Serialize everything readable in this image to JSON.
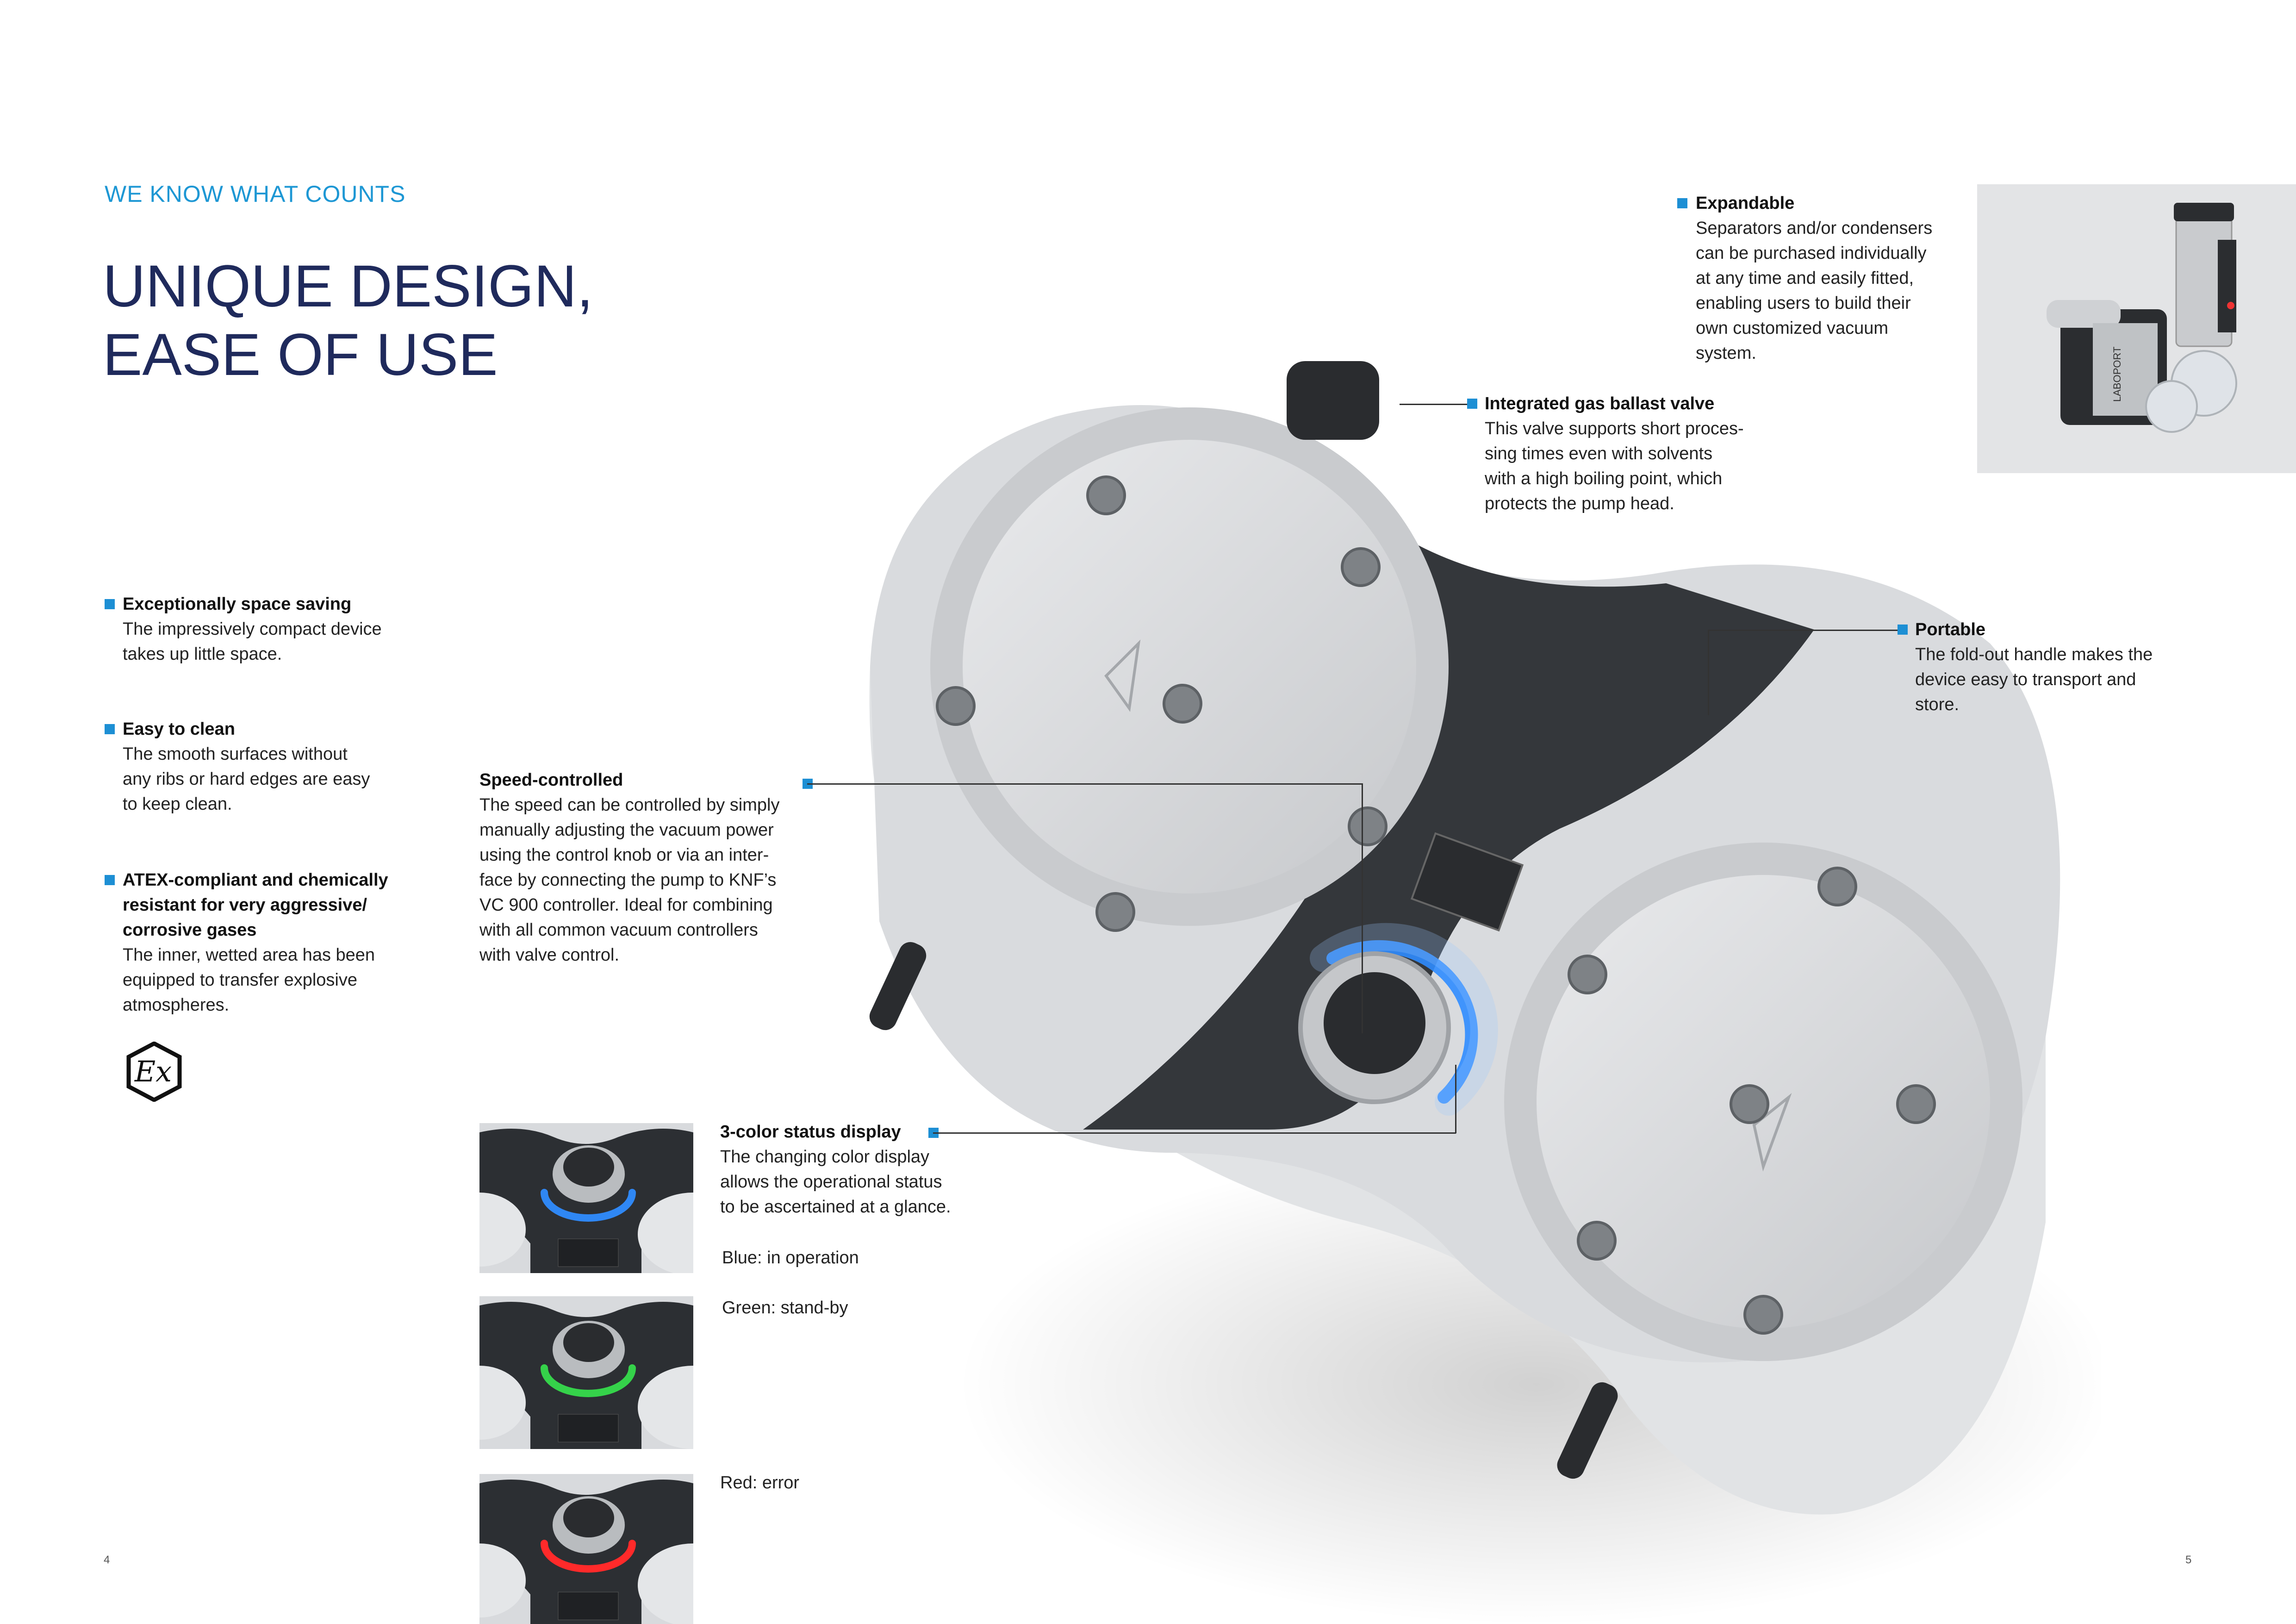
{
  "kicker": "WE KNOW WHAT COUNTS",
  "headline": [
    "UNIQUE DESIGN,",
    "EASE OF USE"
  ],
  "left_features": [
    {
      "title": "Exceptionally space saving",
      "body": "The impressively compact device\ntakes up little space."
    },
    {
      "title": "Easy to clean",
      "body": "The smooth surfaces without\nany ribs or hard edges are easy\nto keep clean."
    },
    {
      "title": "ATEX-compliant and chemically\nresistant for very aggressive/\ncorrosive gases",
      "body": "The inner, wetted area has been\nequipped to transfer explosive\natmospheres."
    }
  ],
  "atex_logo_text": "Ex",
  "speed": {
    "title": "Speed-controlled",
    "body": "The speed can be controlled by simply\nmanually adjusting the vacuum power\nusing the control knob or via an inter-\nface by connecting the pump to KNF’s\nVC 900 controller. Ideal for combining\nwith all common vacuum controllers\nwith valve control."
  },
  "status": {
    "title": "3-color status display",
    "body": "The changing color display\nallows the operational status\nto be ascertained at a glance."
  },
  "status_states": [
    {
      "label": "Blue: in operation",
      "color": "#2f8cff"
    },
    {
      "label": "Green: stand-by",
      "color": "#35d24a"
    },
    {
      "label": "Red: error",
      "color": "#ff2a2a"
    }
  ],
  "expandable": {
    "title": "Expandable",
    "body": "Separators and/or condensers\ncan be purchased individually\nat any time and easily fitted,\nenabling users to build their\nown customized vacuum\nsystem."
  },
  "ballast": {
    "title": "Integrated gas ballast valve",
    "body": "This valve supports short proces-\nsing times even with solvents\nwith a high boiling point, which\nprotects the pump head."
  },
  "portable": {
    "title": "Portable",
    "body": "The fold-out handle makes the\ndevice easy to transport and\nstore."
  },
  "product_label": "LABOPORT",
  "page_left": "4",
  "page_right": "5",
  "colors": {
    "accent": "#1d8fd4",
    "headline": "#1f2a5c",
    "knob_ring": "#2f8cff"
  }
}
